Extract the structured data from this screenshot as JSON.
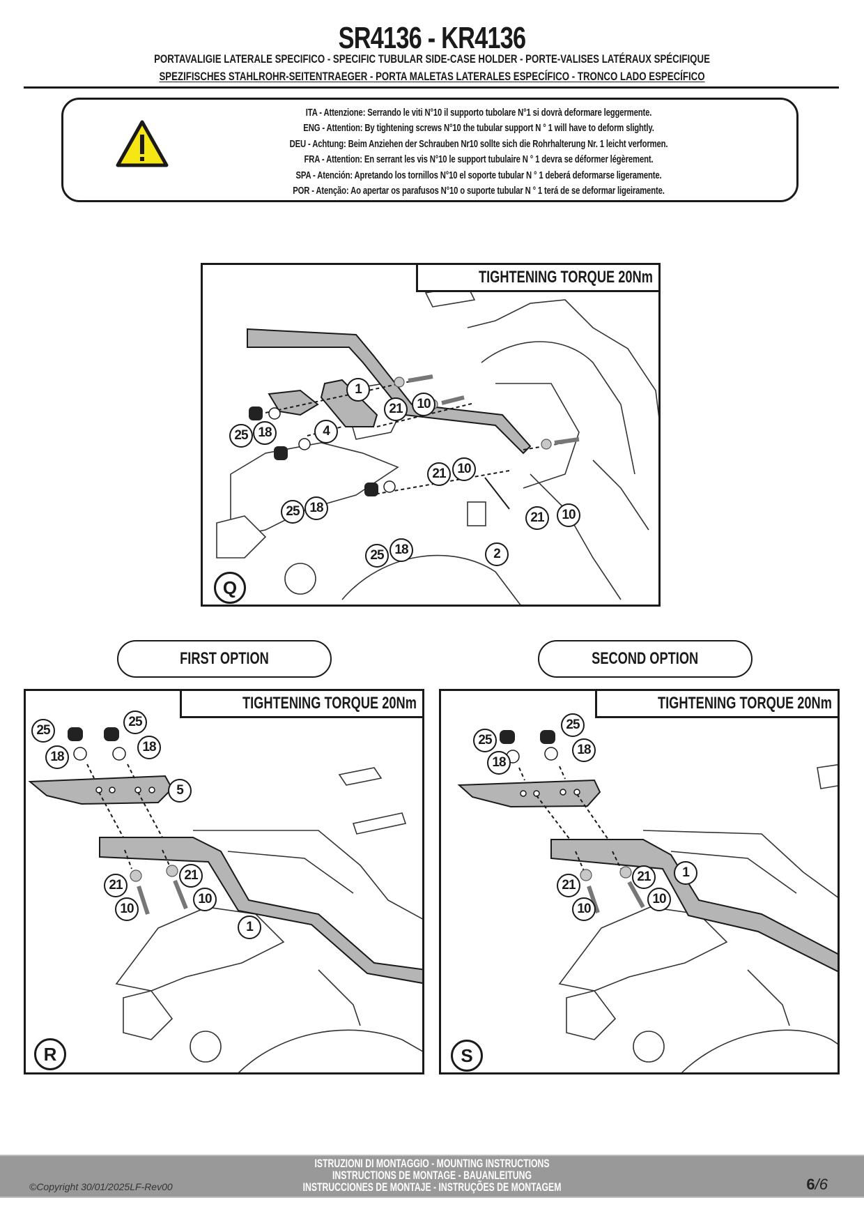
{
  "header": {
    "title": "SR4136 - KR4136",
    "subtitle_line1": "PORTAVALIGIE LATERALE SPECIFICO  -  SPECIFIC TUBULAR SIDE-CASE HOLDER  - PORTE-VALISES LATÉRAUX SPÉCIFIQUE",
    "subtitle_line2": "SPEZIFISCHES STAHLROHR-SEITENTRAEGER - PORTA MALETAS LATERALES ESPECÍFICO - TRONCO LADO ESPECÍFICO"
  },
  "warning": {
    "icon": "warning-triangle-icon",
    "icon_color": "#f5e614",
    "lines": [
      "ITA - Attenzione: Serrando le viti N°10 il supporto tubolare N°1 si dovrà deformare leggermente.",
      "ENG - Attention: By tightening screws N°10 the tubular support N ° 1 will have to deform slightly.",
      "DEU - Achtung: Beim Anziehen der Schrauben Nr10 sollte sich die Rohrhalterung Nr. 1 leicht verformen.",
      "FRA - Attention: En serrant les vis N°10 le support tubulaire N ° 1 devra se déformer légèrement.",
      "SPA - Atención: Apretando los tornillos N°10 el soporte tubular N ° 1 deberá deformarse ligeramente.",
      "POR - Atenção: Ao apertar os parafusos N°10 o suporte tubular N ° 1 terá de se deformar ligeiramente."
    ]
  },
  "figures": {
    "q": {
      "letter": "Q",
      "torque_label": "TIGHTENING TORQUE 20Nm",
      "parts": [
        "1",
        "21",
        "10",
        "25",
        "18",
        "4",
        "21",
        "10",
        "25",
        "18",
        "21",
        "10",
        "25",
        "18",
        "2"
      ]
    },
    "r": {
      "option_label": "FIRST OPTION",
      "letter": "R",
      "torque_label": "TIGHTENING TORQUE 20Nm",
      "parts": [
        "25",
        "25",
        "18",
        "18",
        "5",
        "21",
        "21",
        "10",
        "10",
        "1"
      ]
    },
    "s": {
      "option_label": "SECOND OPTION",
      "letter": "S",
      "torque_label": "TIGHTENING TORQUE 20Nm",
      "parts": [
        "25",
        "25",
        "18",
        "18",
        "21",
        "21",
        "1",
        "10",
        "10"
      ]
    }
  },
  "footer": {
    "copyright": "©Copyright 30/01/2025LF-Rev00",
    "lines": [
      "ISTRUZIONI DI MONTAGGIO  -  MOUNTING INSTRUCTIONS",
      "INSTRUCTIONS DE MONTAGE - BAUANLEITUNG",
      "INSTRUCCIONES DE MONTAJE - INSTRUÇÕES DE MONTAGEM"
    ],
    "page_current": "6",
    "page_total": "/6",
    "bar_color": "#999999"
  }
}
